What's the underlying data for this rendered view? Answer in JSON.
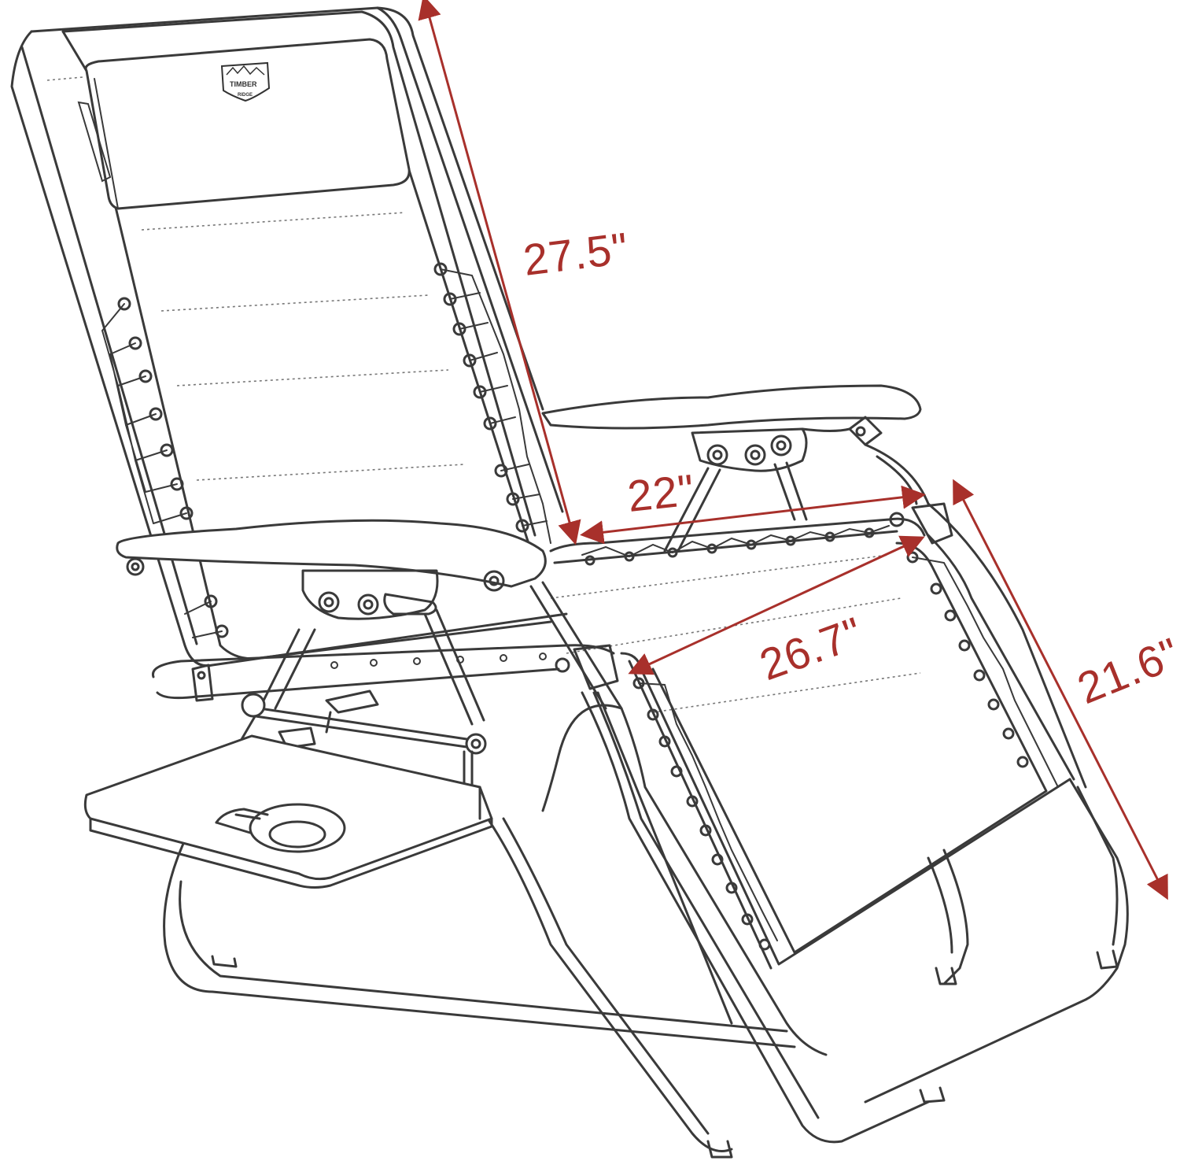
{
  "colors": {
    "dimension": "#a8302b",
    "line": "#3a3a3a",
    "background": "#ffffff"
  },
  "logo": {
    "icon": "mountain-pine-logo-icon",
    "text": "TIMBER",
    "subtext": "RIDGE"
  },
  "dimensions": {
    "backrest_length": "27.5\"",
    "seat_width": "22\"",
    "seat_depth": "26.7\"",
    "leg_rest_length": "21.6\""
  }
}
